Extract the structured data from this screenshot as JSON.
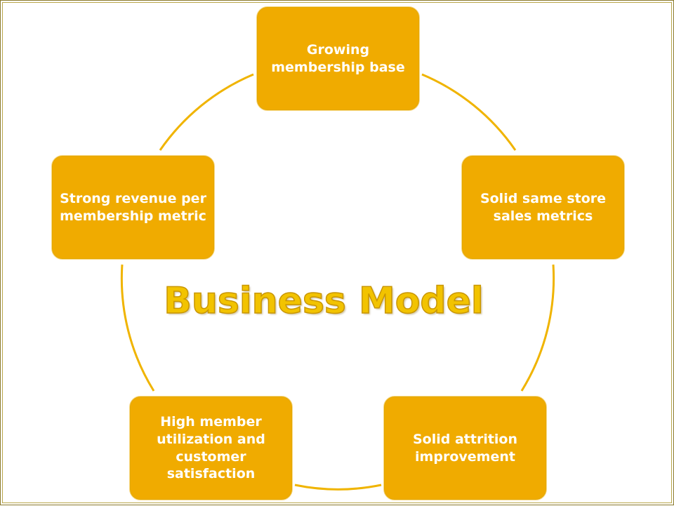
{
  "diagram": {
    "title": "Business Model",
    "nodes": [
      {
        "id": "top",
        "label": "Growing membership base"
      },
      {
        "id": "right",
        "label": "Solid same store sales metrics"
      },
      {
        "id": "bottom-right",
        "label": "Solid attrition improvement"
      },
      {
        "id": "bottom-left",
        "label": "High member utilization and customer satisfaction"
      },
      {
        "id": "left",
        "label": "Strong revenue per membership metric"
      }
    ],
    "colors": {
      "node_fill": "#f0ab00",
      "node_text": "#ffffff",
      "ring_stroke": "#f0b400",
      "title_fill": "#f2c300",
      "title_outline": "#c99600",
      "frame": "#8a7a2e"
    }
  }
}
